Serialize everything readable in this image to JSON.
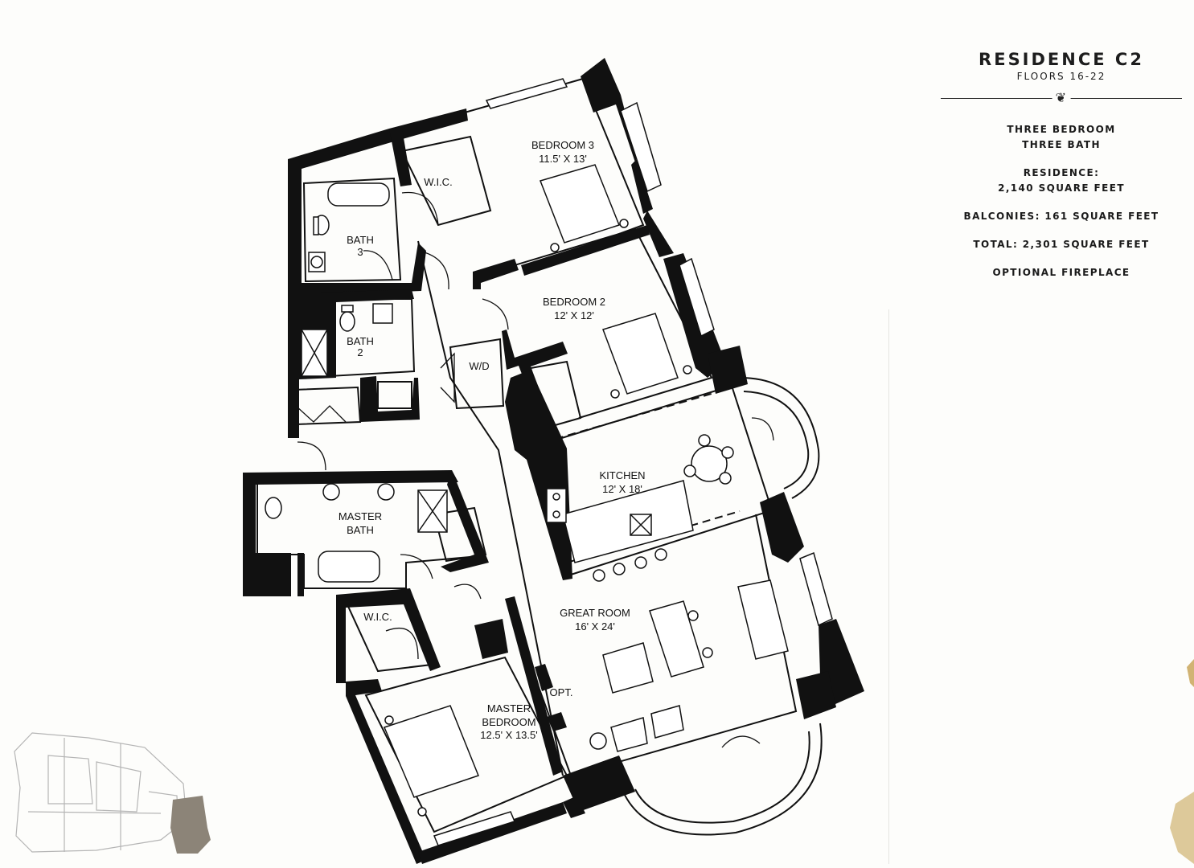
{
  "info": {
    "title": "RESIDENCE C2",
    "floors": "FLOORS 16-22",
    "ornament": "❦",
    "beds": "THREE BEDROOM",
    "baths": "THREE BATH",
    "residence_label": "RESIDENCE:",
    "residence_value": "2,140 SQUARE FEET",
    "balconies": "BALCONIES: 161 SQUARE FEET",
    "total": "TOTAL: 2,301 SQUARE FEET",
    "fireplace": "OPTIONAL FIREPLACE"
  },
  "rooms": {
    "bedroom3": {
      "name": "BEDROOM 3",
      "dims": "11.5' X 13'"
    },
    "wic_upper": {
      "name": "W.I.C."
    },
    "bath3": {
      "name": "BATH",
      "num": "3"
    },
    "bedroom2": {
      "name": "BEDROOM 2",
      "dims": "12' X 12'"
    },
    "bath2": {
      "name": "BATH",
      "num": "2"
    },
    "wd": {
      "name": "W/D"
    },
    "kitchen": {
      "name": "KITCHEN",
      "dims": "12' X 18'"
    },
    "master_bath": {
      "name": "MASTER",
      "name2": "BATH"
    },
    "wic_lower": {
      "name": "W.I.C."
    },
    "great_room": {
      "name": "GREAT ROOM",
      "dims": "16' X 24'"
    },
    "opt": {
      "name": "OPT."
    },
    "master_bedroom": {
      "name": "MASTER",
      "name2": "BEDROOM",
      "dims": "12.5' X 13.5'"
    }
  },
  "colors": {
    "wall": "#111111",
    "highlight": "#8c8478",
    "accent_gold": "#c9a65a"
  }
}
